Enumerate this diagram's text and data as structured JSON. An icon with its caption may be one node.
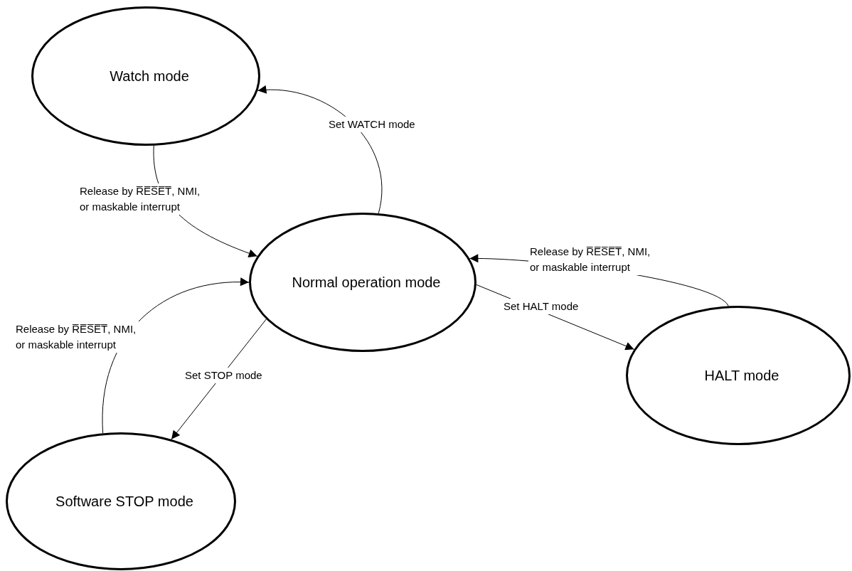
{
  "diagram": {
    "nodes": [
      {
        "text": [
          "Watch mode"
        ]
      },
      {
        "text": [
          "Normal operation mode"
        ]
      },
      {
        "text": [
          "HALT mode"
        ]
      },
      {
        "text": [
          "Software STOP mode"
        ]
      }
    ],
    "edges": [
      {
        "from": 1,
        "to": 0,
        "arrow": "to",
        "label": "Set WATCH mode"
      },
      {
        "from": 0,
        "to": 1,
        "arrow": "to",
        "label": "Release by R̅E̅S̅E̅T̅, NMI, or maskable interrupt"
      },
      {
        "from": 2,
        "to": 1,
        "arrow": "to",
        "label": "Release by R̅E̅S̅E̅T̅, NMI, or maskable interrupt"
      },
      {
        "from": 1,
        "to": 2,
        "arrow": "to",
        "label": "Set HALT mode"
      },
      {
        "from": 3,
        "to": 1,
        "arrow": "to",
        "label": "Release by R̅E̅S̅E̅T̅, NMI, or maskable interrupt"
      },
      {
        "from": 1,
        "to": 3,
        "arrow": "to",
        "label": "Set STOP mode"
      }
    ]
  }
}
